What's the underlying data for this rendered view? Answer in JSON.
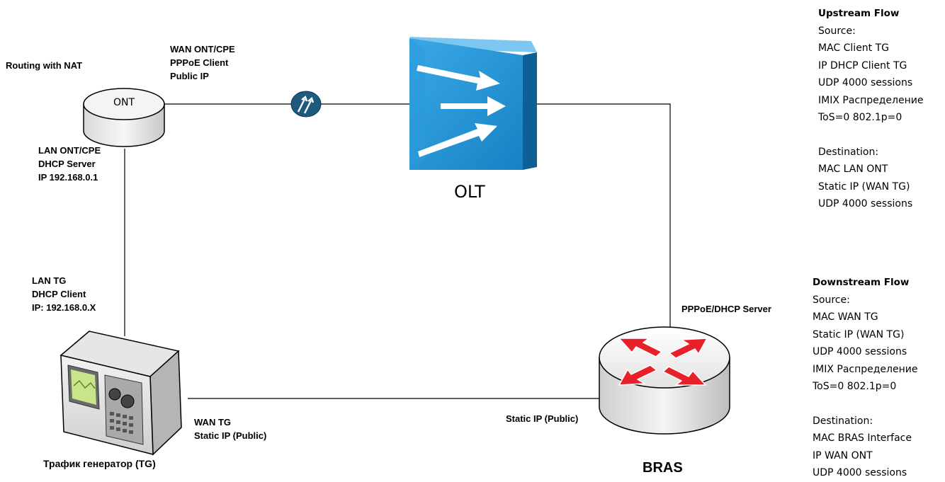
{
  "nodes": {
    "ont": {
      "label": "ONT"
    },
    "olt": {
      "label": "OLT"
    },
    "bras": {
      "label": "BRAS"
    },
    "tg": {
      "label": "Трафик генератор (TG)"
    }
  },
  "labels": {
    "routing": "Routing with NAT",
    "wan_ont": [
      "WAN ONT/CPE",
      "PPPoE Client",
      "Public IP"
    ],
    "lan_ont": [
      "LAN ONT/CPE",
      "DHCP Server",
      "IP 192.168.0.1"
    ],
    "lan_tg": [
      "LAN TG",
      "DHCP Client",
      "IP: 192.168.0.X"
    ],
    "wan_tg": [
      "WAN TG",
      "Static IP (Public)"
    ],
    "bras_static": "Static IP (Public)",
    "pppoe_server": "PPPoE/DHCP Server"
  },
  "upstream": {
    "title": "Upstream Flow",
    "source_title": "Source:",
    "source": [
      "MAC Client TG",
      "IP DHCP Client TG",
      "UDP 4000 sessions",
      "IMIX Распределение",
      "ToS=0    802.1p=0"
    ],
    "dest_title": "Destination:",
    "dest": [
      "MAC LAN ONT",
      "Static IP (WAN TG)",
      "UDP 4000 sessions"
    ]
  },
  "downstream": {
    "title": "Downstream Flow",
    "source_title": "Source:",
    "source": [
      "MAC WAN TG",
      "Static IP (WAN TG)",
      "UDP 4000 sessions",
      "IMIX Распределение",
      "ToS=0    802.1p=0"
    ],
    "dest_title": "Destination:",
    "dest": [
      "MAC BRAS Interface",
      "IP WAN ONT",
      "UDP 4000 sessions"
    ]
  },
  "icons": {
    "ont": "ont-cylinder-icon",
    "olt": "olt-switch-icon",
    "bras": "router-icon",
    "tg": "traffic-generator-icon",
    "link": "link-arrows-icon"
  },
  "colors": {
    "olt_blue": "#1a8fd0",
    "link_navy": "#1b4f72",
    "router_red": "#e8202a"
  }
}
